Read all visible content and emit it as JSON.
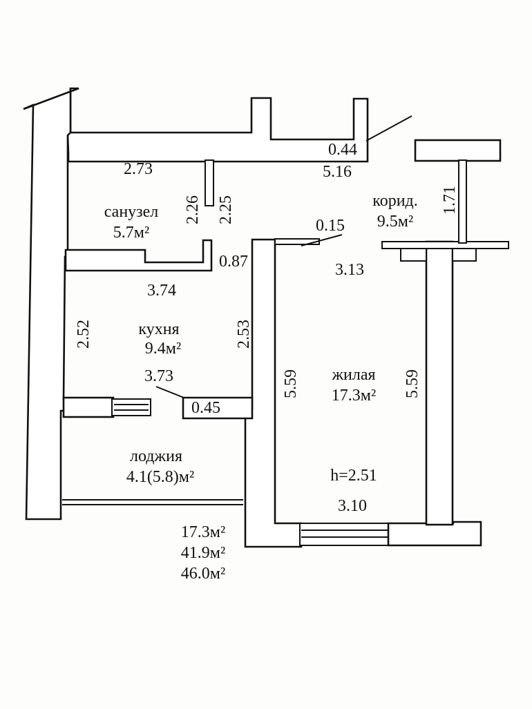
{
  "rooms": {
    "bathroom": {
      "name": "санузел",
      "area": "5.7м²"
    },
    "corridor": {
      "name": "корид.",
      "area": "9.5м²"
    },
    "kitchen": {
      "name": "кухня",
      "area": "9.4м²"
    },
    "living": {
      "name": "жилая",
      "area": "17.3м²",
      "height": "h=2.51"
    },
    "loggia": {
      "name": "лоджия",
      "area": "4.1(5.8)м²"
    }
  },
  "dimensions": {
    "d_0_44": "0.44",
    "d_2_73": "2.73",
    "d_5_16": "5.16",
    "d_2_26": "2.26",
    "d_2_25": "2.25",
    "d_1_71": "1.71",
    "d_0_15": "0.15",
    "d_0_87": "0.87",
    "d_3_13": "3.13",
    "d_3_74": "3.74",
    "d_2_52": "2.52",
    "d_2_53": "2.53",
    "d_5_59_left": "5.59",
    "d_5_59_right": "5.59",
    "d_3_73": "3.73",
    "d_0_45": "0.45",
    "d_3_10": "3.10"
  },
  "totals": {
    "living_total": "17.3м²",
    "total_area": "41.9м²",
    "overall_area": "46.0м²"
  }
}
